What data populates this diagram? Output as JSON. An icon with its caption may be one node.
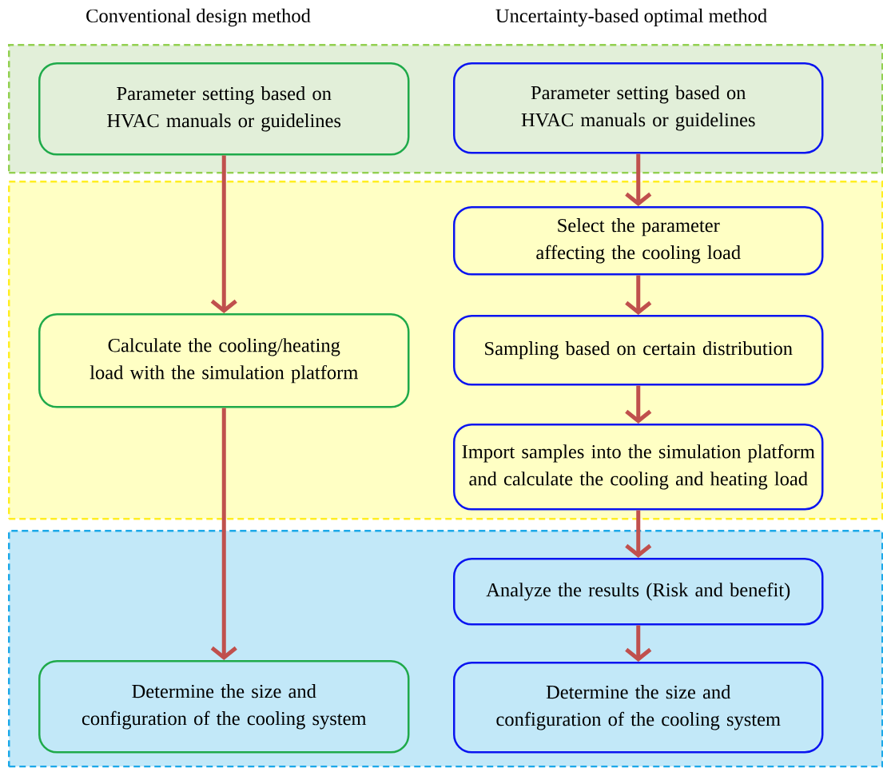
{
  "diagram": {
    "nodes": [
      {
        "text": [],
        "shape": "box"
      },
      {
        "text": [],
        "shape": "box"
      },
      {
        "text": [],
        "shape": "box"
      },
      {
        "text": [
          "Parameter setting based on HVAC manuals or guidelines"
        ],
        "in": 0
      },
      {
        "text": [
          "Parameter setting based on HVAC manuals or guidelines"
        ],
        "in": 0
      },
      {
        "text": [
          "Select the parameter affecting the cooling load"
        ],
        "in": 1
      },
      {
        "text": [
          "Sampling based on certain distribution"
        ],
        "in": 1
      },
      {
        "text": [
          "Import samples into the simulation platform and calculate the cooling and heating load"
        ],
        "in": 1
      },
      {
        "text": [
          "Calculate the cooling/heating load with the simulation platform"
        ],
        "in": 1
      },
      {
        "text": [
          "Analyze the results (Risk and benefit)"
        ],
        "in": 2
      },
      {
        "text": [
          "Determine the size and configuration of the cooling system"
        ],
        "in": 2
      },
      {
        "text": [
          "Determine the size and configuration of the cooling system"
        ],
        "in": 2
      }
    ],
    "edges": [
      {
        "from": 3,
        "to": 8,
        "arrow": "to"
      },
      {
        "from": 8,
        "to": 11,
        "arrow": "to"
      },
      {
        "from": 4,
        "to": 5,
        "arrow": "to"
      },
      {
        "from": 5,
        "to": 6,
        "arrow": "to"
      },
      {
        "from": 6,
        "to": 7,
        "arrow": "to"
      },
      {
        "from": 7,
        "to": 9,
        "arrow": "to"
      },
      {
        "from": 9,
        "to": 10,
        "arrow": "to"
      }
    ],
    "labels": [
      "Conventional design method",
      "Uncertainty-based optimal method"
    ]
  }
}
